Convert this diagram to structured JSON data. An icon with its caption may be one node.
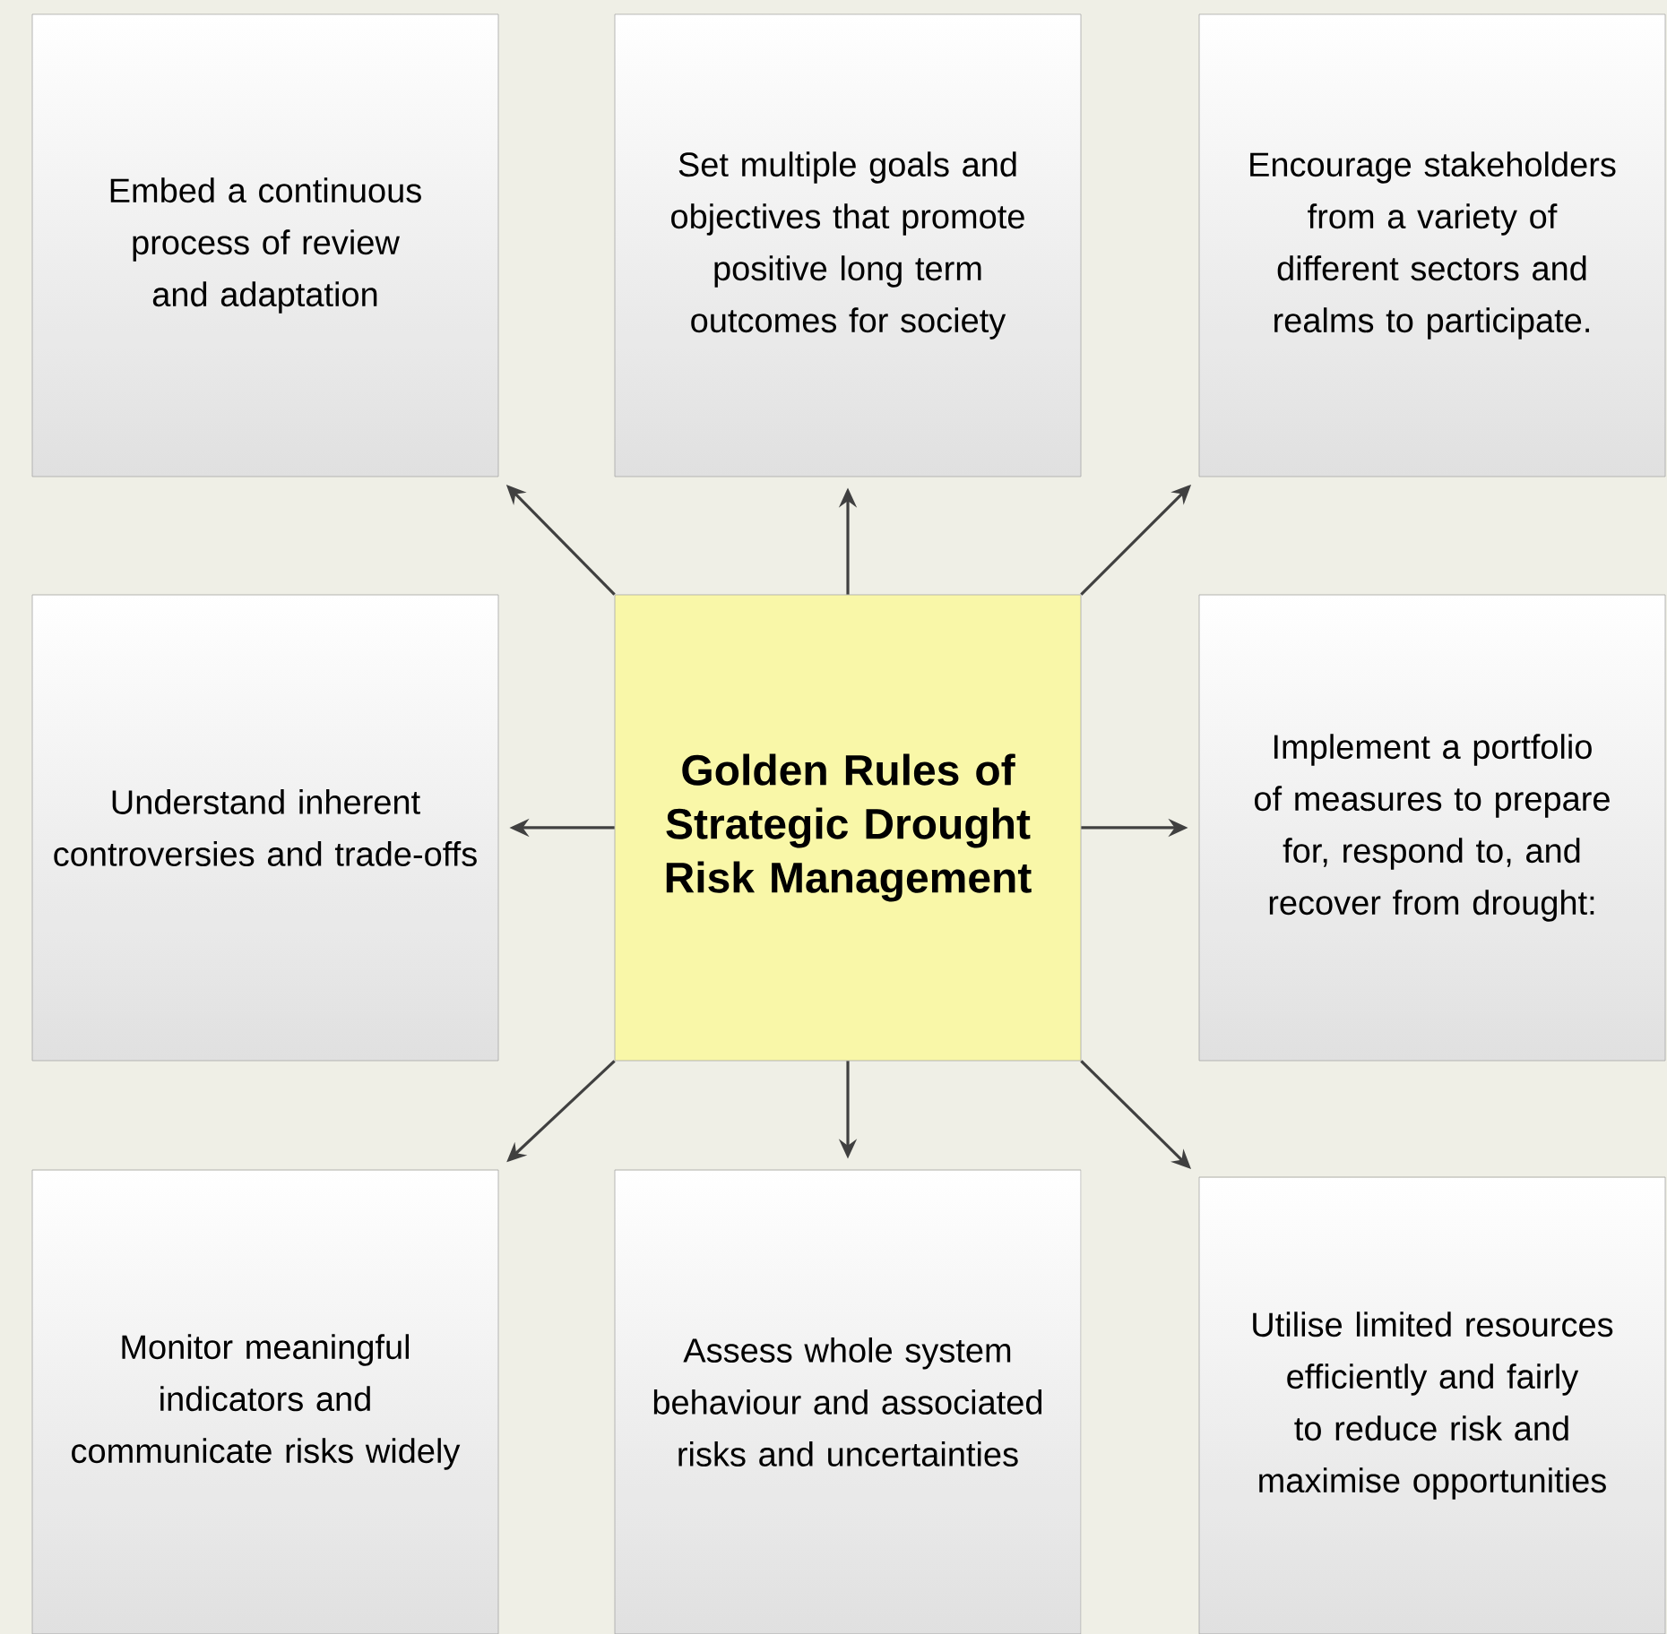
{
  "diagram": {
    "nodes": [
      {
        "text": [
          "Embed a continuous process of review and adaptation"
        ]
      },
      {
        "text": [
          "Set multiple goals and objectives that promote positive long term outcomes for society"
        ]
      },
      {
        "text": [
          "Encourage stakeholders from a variety of different sectors and realms to participate."
        ]
      },
      {
        "text": [
          "Understand inherent controversies and trade-offs"
        ]
      },
      {
        "text": [
          "Golden Rules of Strategic Drought Risk Management"
        ]
      },
      {
        "text": [
          "Implement a portfolio of measures to prepare for, respond to, and recover from drought:"
        ]
      },
      {
        "text": [
          "Monitor meaningful indicators and communicate risks widely"
        ]
      },
      {
        "text": [
          "Assess whole system behaviour and associated risks and uncertainties"
        ]
      },
      {
        "text": [
          "Utilise limited resources efficiently and fairly to reduce risk and maximise opportunities"
        ]
      }
    ],
    "edges": [
      {
        "from": 4,
        "to": 0,
        "arrow": "to"
      },
      {
        "from": 4,
        "to": 1,
        "arrow": "to"
      },
      {
        "from": 4,
        "to": 2,
        "arrow": "to"
      },
      {
        "from": 4,
        "to": 3,
        "arrow": "to"
      },
      {
        "from": 4,
        "to": 5,
        "arrow": "to"
      },
      {
        "from": 4,
        "to": 6,
        "arrow": "to"
      },
      {
        "from": 4,
        "to": 7,
        "arrow": "to"
      },
      {
        "from": 4,
        "to": 8,
        "arrow": "to"
      }
    ]
  }
}
